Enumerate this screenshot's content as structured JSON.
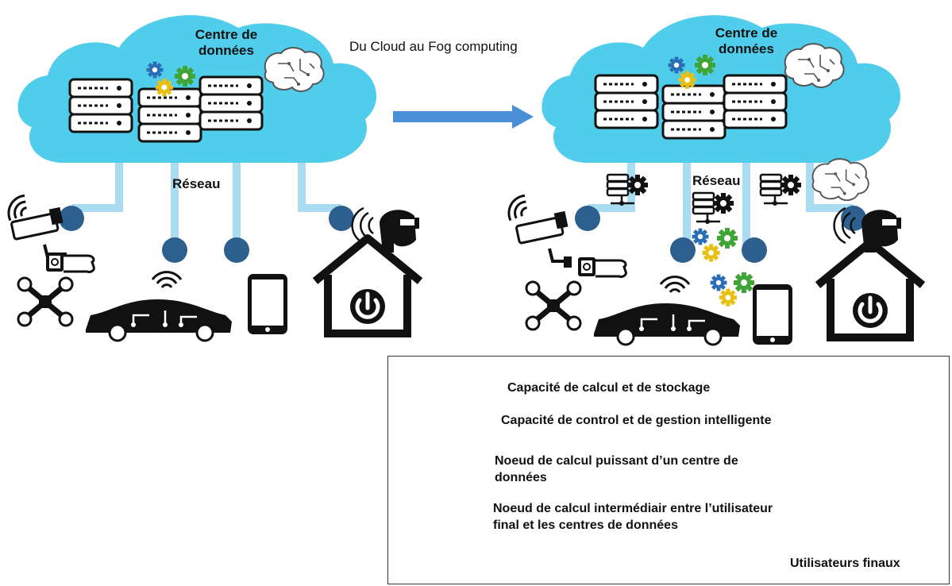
{
  "diagram": {
    "caption": "Du Cloud au Fog computing",
    "left_cloud": {
      "title_line1": "Centre de",
      "title_line2": "données",
      "network_label": "Réseau"
    },
    "right_cloud": {
      "title_line1": "Centre de",
      "title_line2": "données",
      "network_label": "Réseau"
    }
  },
  "legend": {
    "items": [
      {
        "icon": "gears-icon",
        "text": "Capacité de calcul et de stockage"
      },
      {
        "icon": "brain-icon",
        "text": "Capacité de control et de gestion intelligente"
      },
      {
        "icon": "server-stack-icon",
        "text_line1": "Noeud de calcul puissant d’un centre de",
        "text_line2": "données"
      },
      {
        "icon": "fog-node-icon",
        "text_line1": "Noeud de calcul intermédiair entre l’utilisateur",
        "text_line2": "final et les centres de données"
      },
      {
        "icon": "end-devices-icon",
        "text": "Utilisateurs finaux"
      }
    ]
  },
  "colors": {
    "cloud": "#4fcdeb",
    "connector": "#a9dcf1",
    "node": "#2d5f8f",
    "arrow": "#4a90d9",
    "gear_green": "#3fa535",
    "gear_yellow": "#e8c015",
    "gear_blue": "#2a6fb5",
    "icon_dark": "#111111"
  }
}
